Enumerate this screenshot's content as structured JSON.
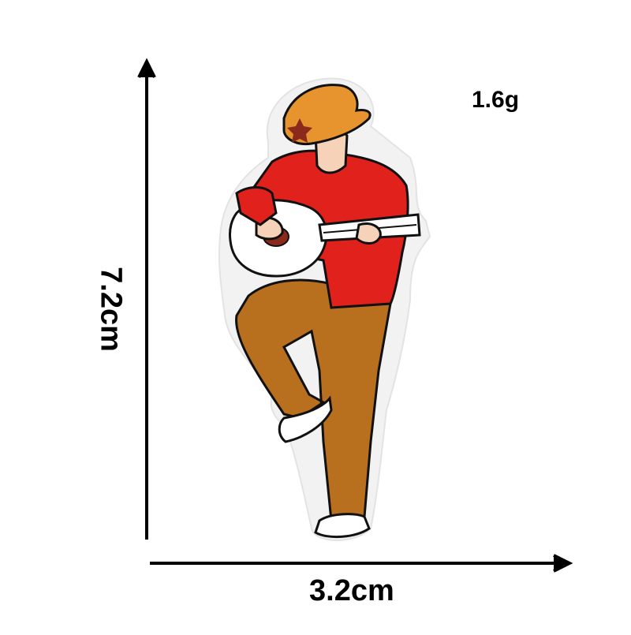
{
  "product": {
    "weight": "1.6g",
    "width": "3.2cm",
    "height": "7.2cm"
  },
  "colors": {
    "shirt": "#e0211c",
    "pants": "#b8701f",
    "hat": "#e8942e",
    "skin": "#f6d2b8",
    "outline": "#111111",
    "guitar_neck": "#ffffff",
    "patch_border": "#f2f2f2"
  }
}
